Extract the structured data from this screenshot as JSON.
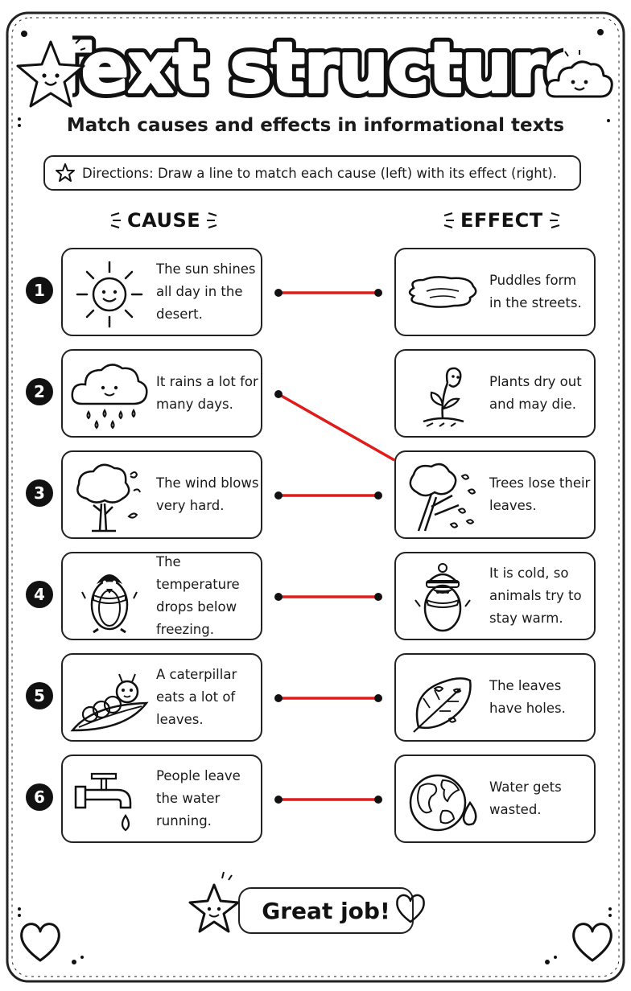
{
  "title": "Text structure",
  "subtitle": "Match causes and effects in informational texts",
  "directions": {
    "text": "Directions: Draw a line to match each cause (left) with its effect (right).",
    "icon": "star-outline-icon"
  },
  "columns": {
    "cause": "CAUSE",
    "effect": "EFFECT"
  },
  "causes": [
    {
      "number": "1",
      "text": "The sun shines all day in the desert.",
      "icon": "sun-icon"
    },
    {
      "number": "2",
      "text": "It rains a lot for many days.",
      "icon": "rain-cloud-icon"
    },
    {
      "number": "3",
      "text": "The wind blows very hard.",
      "icon": "windy-tree-icon"
    },
    {
      "number": "4",
      "text": "The temperature drops below freezing.",
      "icon": "penguin-icon"
    },
    {
      "number": "5",
      "text": "A caterpillar eats a lot of leaves.",
      "icon": "caterpillar-icon"
    },
    {
      "number": "6",
      "text": "People leave the water running.",
      "icon": "faucet-icon"
    }
  ],
  "effects": [
    {
      "text": "Puddles form in the streets.",
      "icon": "puddle-icon"
    },
    {
      "text": "Plants dry out and may die.",
      "icon": "wilted-plant-icon"
    },
    {
      "text": "Trees lose their leaves.",
      "icon": "bare-tree-icon"
    },
    {
      "text": "It is cold, so animals try to stay warm.",
      "icon": "penguin-hat-icon"
    },
    {
      "text": "The leaves have holes.",
      "icon": "leaf-holes-icon"
    },
    {
      "text": "Water gets wasted.",
      "icon": "earth-drop-icon"
    }
  ],
  "matches": [
    [
      1,
      1
    ],
    [
      2,
      3
    ],
    [
      3,
      3
    ],
    [
      4,
      4
    ],
    [
      5,
      5
    ],
    [
      6,
      6
    ]
  ],
  "footer": "Great job!",
  "colors": {
    "line": "#e01b1b",
    "ink": "#111111"
  }
}
